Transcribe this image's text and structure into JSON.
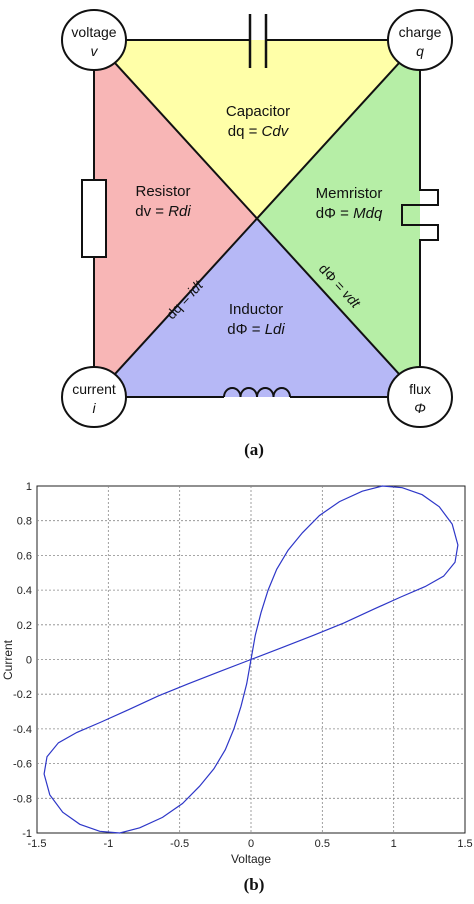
{
  "figure_a": {
    "caption": "(a)",
    "nodes": {
      "voltage": {
        "name": "voltage",
        "symbol": "v"
      },
      "charge": {
        "name": "charge",
        "symbol": "q"
      },
      "current": {
        "name": "current",
        "symbol": "i"
      },
      "flux": {
        "name": "flux",
        "symbol": "Φ"
      }
    },
    "regions": {
      "capacitor": {
        "label": "Capacitor",
        "eq_prefix": "dq = ",
        "eq_var": "Cdv",
        "color": "#ffffa8"
      },
      "resistor": {
        "label": "Resistor",
        "eq_prefix": "dv = ",
        "eq_var": "Rdi",
        "color": "#f8b6b6"
      },
      "memristor": {
        "label": "Memristor",
        "eq_prefix": "dΦ = ",
        "eq_var": "Mdq",
        "color": "#b6eea6"
      },
      "inductor": {
        "label": "Inductor",
        "eq_prefix": "dΦ = ",
        "eq_var": "Ldi",
        "color": "#b6b8f6"
      }
    },
    "diagonals": {
      "left": {
        "prefix": "dq = ",
        "var": "idt"
      },
      "right": {
        "prefix": "dΦ = ",
        "var": "vdt"
      }
    }
  },
  "figure_b": {
    "caption": "(b)",
    "chart_data": {
      "type": "line",
      "xlabel": "Voltage",
      "ylabel": "Current",
      "xlim": [
        -1.5,
        1.5
      ],
      "ylim": [
        -1,
        1
      ],
      "grid": true,
      "xticks": [
        "-1.5",
        "-1",
        "-0.5",
        "0",
        "0.5",
        "1",
        "1.5"
      ],
      "yticks": [
        "1",
        "0.8",
        "0.6",
        "0.4",
        "0.2",
        "0",
        "-0.2",
        "-0.4",
        "-0.6",
        "-0.8",
        "-1"
      ],
      "line_color": "#2e37c8",
      "series": [
        {
          "points": [
            [
              0,
              0
            ],
            [
              0.03,
              0.14
            ],
            [
              0.07,
              0.27
            ],
            [
              0.12,
              0.4
            ],
            [
              0.18,
              0.52
            ],
            [
              0.26,
              0.63
            ],
            [
              0.36,
              0.73
            ],
            [
              0.48,
              0.83
            ],
            [
              0.62,
              0.91
            ],
            [
              0.78,
              0.97
            ],
            [
              0.92,
              1.0
            ],
            [
              1.06,
              0.99
            ],
            [
              1.2,
              0.95
            ],
            [
              1.32,
              0.88
            ],
            [
              1.41,
              0.78
            ],
            [
              1.45,
              0.66
            ],
            [
              1.43,
              0.56
            ],
            [
              1.35,
              0.48
            ],
            [
              1.22,
              0.42
            ],
            [
              1.05,
              0.36
            ],
            [
              0.86,
              0.29
            ],
            [
              0.65,
              0.21
            ],
            [
              0.44,
              0.14
            ],
            [
              0.22,
              0.07
            ],
            [
              0,
              0
            ],
            [
              -0.03,
              -0.14
            ],
            [
              -0.07,
              -0.27
            ],
            [
              -0.12,
              -0.4
            ],
            [
              -0.18,
              -0.52
            ],
            [
              -0.26,
              -0.63
            ],
            [
              -0.36,
              -0.73
            ],
            [
              -0.48,
              -0.83
            ],
            [
              -0.62,
              -0.91
            ],
            [
              -0.78,
              -0.97
            ],
            [
              -0.92,
              -1.0
            ],
            [
              -1.06,
              -0.99
            ],
            [
              -1.2,
              -0.95
            ],
            [
              -1.32,
              -0.88
            ],
            [
              -1.41,
              -0.78
            ],
            [
              -1.45,
              -0.66
            ],
            [
              -1.43,
              -0.56
            ],
            [
              -1.35,
              -0.48
            ],
            [
              -1.22,
              -0.42
            ],
            [
              -1.05,
              -0.36
            ],
            [
              -0.86,
              -0.29
            ],
            [
              -0.65,
              -0.21
            ],
            [
              -0.44,
              -0.14
            ],
            [
              -0.22,
              -0.07
            ],
            [
              0,
              0
            ]
          ]
        }
      ]
    }
  }
}
